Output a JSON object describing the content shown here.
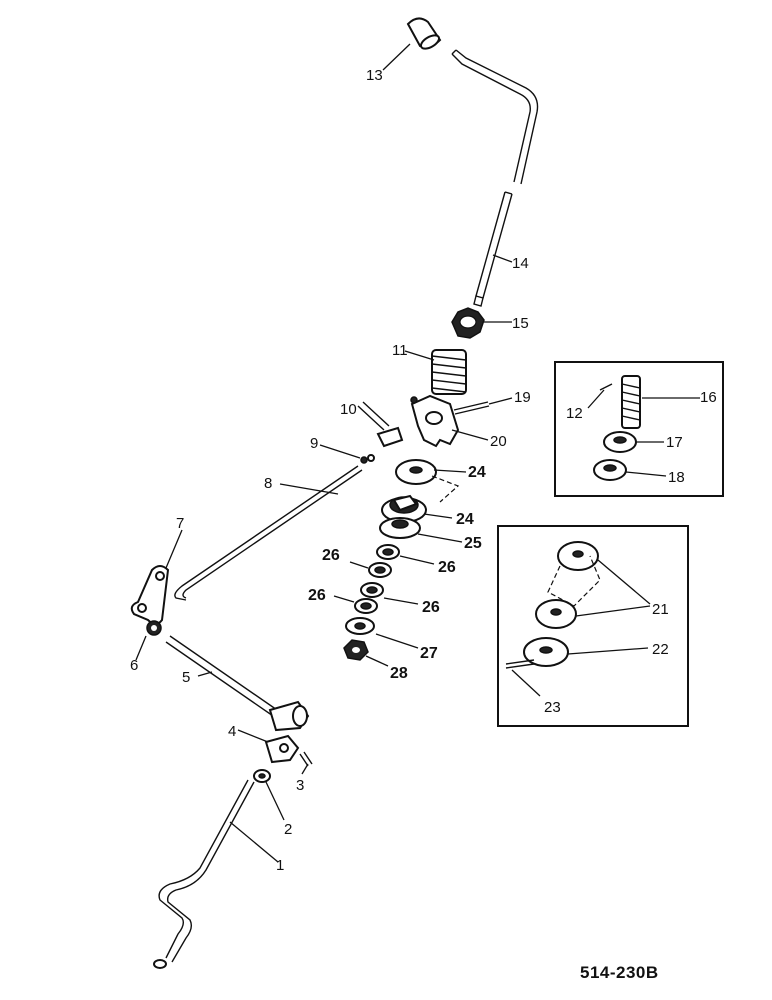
{
  "labels": {
    "p1": "1",
    "p2": "2",
    "p3": "3",
    "p4": "4",
    "p5": "5",
    "p6": "6",
    "p7": "7",
    "p8": "8",
    "p9": "9",
    "p10": "10",
    "p11": "11",
    "p12": "12",
    "p13": "13",
    "p14": "14",
    "p15": "15",
    "p16": "16",
    "p17": "17",
    "p18": "18",
    "p19": "19",
    "p20": "20",
    "p21": "21",
    "p22": "22",
    "p23": "23",
    "p24a": "24",
    "p24b": "24",
    "p25": "25",
    "p26a": "26",
    "p26b": "26",
    "p26c": "26",
    "p26d": "26",
    "p27": "27",
    "p28": "28"
  },
  "diagram_code": "514-230B"
}
